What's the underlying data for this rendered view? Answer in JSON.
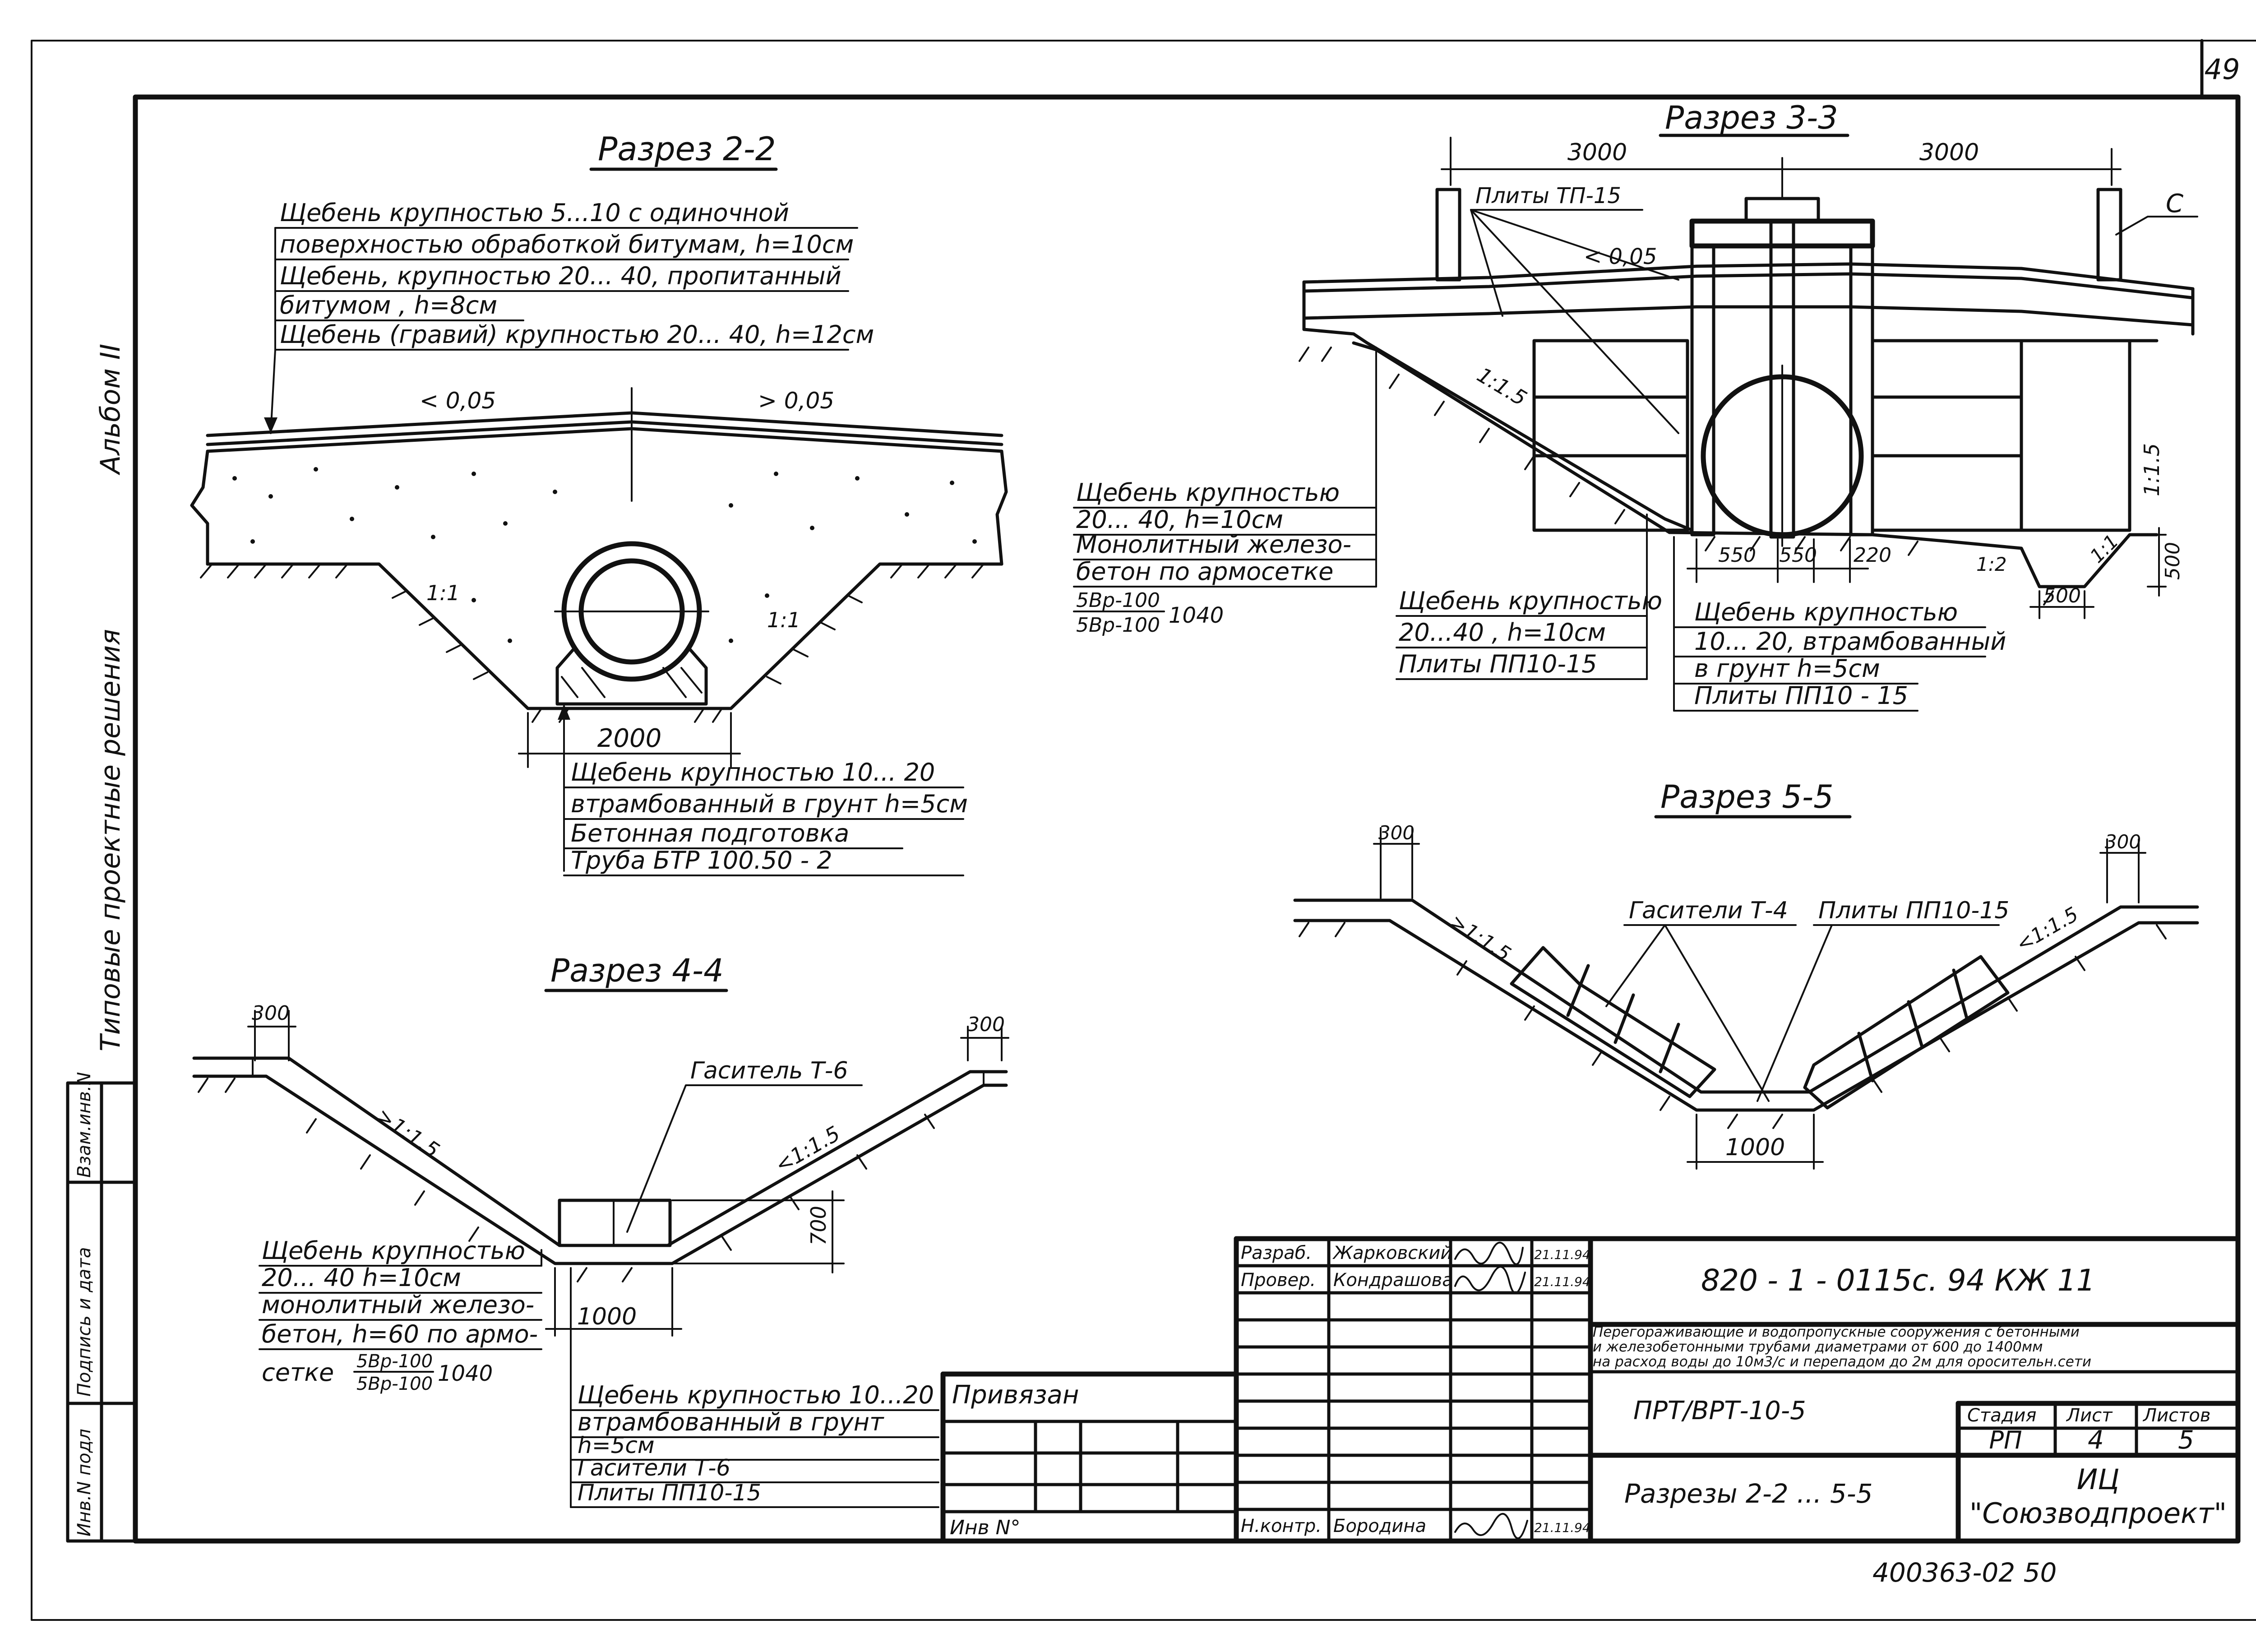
{
  "sheet": {
    "page_number": "49",
    "album_label": "Альбом II",
    "series_label": "Типовые проектные решения",
    "side_stamp": [
      "Взам.инв.N",
      "Подпись и дата",
      "Инв.N подл"
    ],
    "bottom_note": "400363-02 50"
  },
  "section_2_2": {
    "title": "Разрез 2-2",
    "callouts": [
      "Щебень крупностью 5...10 с одиночной",
      "поверхностью обработкой битумам, h=10см",
      "Щебень, крупностью 20... 40, пропитанный",
      "битумом , h=8см",
      "Щебень (гравий) крупностью 20... 40, h=12см"
    ],
    "slope_left": "< 0,05",
    "slope_right": "> 0,05",
    "bank_left": "1:1",
    "bank_right": "1:1",
    "width": "2000",
    "base_callouts": [
      "Щебень крупностью 10... 20",
      "втрамбованный в грунт h=5см",
      "Бетонная подготовка",
      "Труба БТР 100.50 - 2"
    ]
  },
  "section_3_3": {
    "title": "Разрез 3-3",
    "dim_left": "3000",
    "dim_right": "3000",
    "plates_label": "Плиты ТП-15",
    "mark_c": "С",
    "slope": "< 0,05",
    "bank_left": "1:1.5",
    "bank_right": "1:1.5",
    "bank_bottom": "1:2",
    "bank_end": "1:1",
    "dims_bottom": [
      "550",
      "550",
      "220"
    ],
    "dim_500_a": "500",
    "dim_500_b": "500",
    "left_callouts": [
      "Щебень крупностью",
      "20... 40, h=10см",
      "Монолитный железо-",
      "бетон по армосетке"
    ],
    "armature_top": "5Вр-100",
    "armature_bottom": "5Вр-100",
    "armature_size": "1040",
    "mid_callouts": [
      "Щебень крупностью",
      "20...40 , h=10см",
      "Плиты ПП10-15"
    ],
    "right_callouts": [
      "Щебень крупностью",
      "10... 20, втрамбованный",
      "в грунт h=5см",
      "Плиты ПП10 - 15"
    ]
  },
  "section_4_4": {
    "title": "Разрез 4-4",
    "dim_left": "300",
    "dim_right": "300",
    "bank_left": ">1:1.5",
    "bank_right": "<1:1.5",
    "damper": "Гаситель Т-6",
    "height": "700",
    "width": "1000",
    "left_callouts": [
      "Щебень крупностью",
      "20... 40 h=10см",
      "монолитный железо-",
      "бетон, h=60 по армо-"
    ],
    "mesh_prefix": "сетке",
    "armature_top": "5Вр-100",
    "armature_bottom": "5Вр-100",
    "armature_size": "1040",
    "bottom_callouts": [
      "Щебень крупностью 10...20",
      "втрамбованный в грунт",
      "h=5см",
      "Гасители Т-6",
      "Плиты ПП10-15"
    ]
  },
  "section_5_5": {
    "title": "Разрез 5-5",
    "dim_left": "300",
    "dim_right": "300",
    "bank_left": ">1:1.5",
    "bank_right": "<1:1.5",
    "dampers": "Гасители Т-4",
    "plates": "Плиты ПП10-15",
    "width": "1000"
  },
  "title_block": {
    "drawing_code": "820 - 1 - 0115с. 94   КЖ 11",
    "description": [
      "Перегораживающие и водопропускные сооружения с бетонными",
      "и железобетонными трубами диаметрами от 600 до 1400мм",
      "на расход воды до 10м3/с и перепадом до 2м для оросительн.сети"
    ],
    "roles": [
      "Разраб.",
      "Провер.",
      "Н.контр."
    ],
    "names": [
      "Жарковский",
      "Кондрашова",
      "Бородина"
    ],
    "dates": [
      "21.11.94",
      "21.11.94",
      "21.11.94"
    ],
    "privyazan": "Привязан",
    "inv": "Инв N°",
    "project_code": "ПРТ/ВРТ-10-5",
    "sheet_name": "Разрезы 2-2 ... 5-5",
    "stage_label": "Стадия",
    "sheet_label": "Лист",
    "sheets_label": "Листов",
    "stage": "РП",
    "sheet_no": "4",
    "sheets_total": "5",
    "org_line1": "ИЦ",
    "org_line2": "\"Союзводпроект\""
  }
}
